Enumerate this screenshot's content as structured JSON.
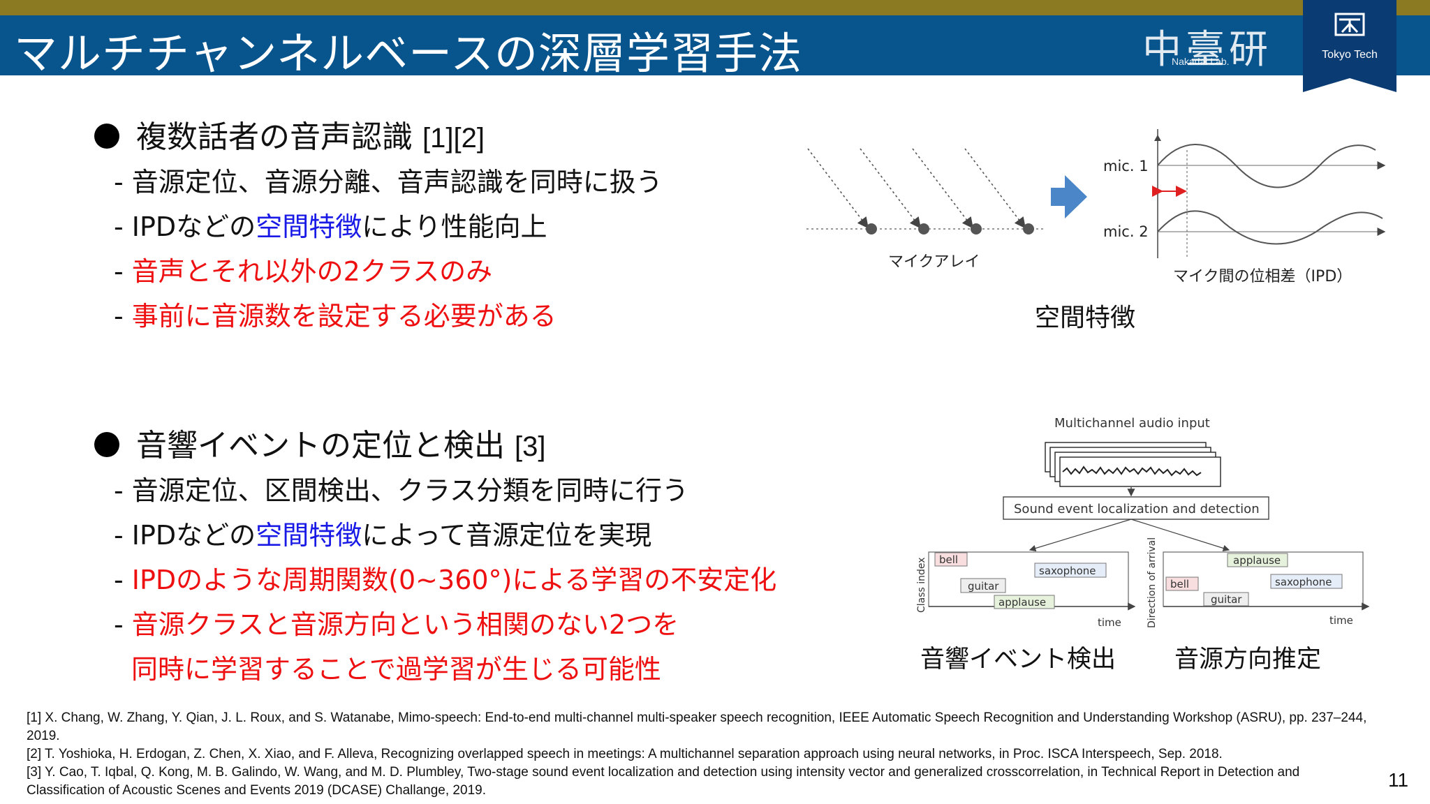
{
  "title": "マルチチャンネルベースの深層学習手法",
  "lab_logo": {
    "kanji": "中臺研",
    "sub": "Nakadai Lab."
  },
  "tokyo_tech": "Tokyo Tech",
  "section1": {
    "heading": "複数話者の音声認識",
    "ref": "[1][2]",
    "items": [
      {
        "prefix": "- ",
        "text": "音源定位、音源分離、音声認識を同時に扱う"
      },
      {
        "prefix": "- ",
        "pre": "IPDなどの",
        "highlight": "空間特徴",
        "post": "により性能向上"
      },
      {
        "prefix": "- ",
        "text": "音声とそれ以外の2クラスのみ"
      },
      {
        "prefix": "- ",
        "text": "事前に音源数を設定する必要がある"
      }
    ]
  },
  "section2": {
    "heading": "音響イベントの定位と検出",
    "ref": "[3]",
    "items": [
      {
        "prefix": "- ",
        "text": "音源定位、区間検出、クラス分類を同時に行う"
      },
      {
        "prefix": "- ",
        "pre": "IPDなどの",
        "highlight": "空間特徴",
        "post": "によって音源定位を実現"
      },
      {
        "prefix": "- ",
        "text": "IPDのような周期関数(0~360°)による学習の不安定化"
      },
      {
        "prefix": "- ",
        "text": "音源クラスと音源方向という相関のない2つを"
      },
      {
        "prefix": "",
        "text": "同時に学習することで過学習が生じる可能性"
      }
    ]
  },
  "figure1": {
    "array_label": "マイクアレイ",
    "mic1": "mic. 1",
    "mic2": "mic. 2",
    "ipd_label": "マイク間の位相差（IPD）",
    "caption": "空間特徴"
  },
  "figure2": {
    "input_label": "Multichannel audio input",
    "box_label": "Sound event localization and detection",
    "left_ylabel": "Class index",
    "right_ylabel": "Direction of arrival",
    "xlabel": "time",
    "left_events": [
      "bell",
      "saxophone",
      "guitar",
      "applause"
    ],
    "right_events": [
      "applause",
      "bell",
      "saxophone",
      "guitar"
    ],
    "caption_left": "音響イベント検出",
    "caption_right": "音源方向推定"
  },
  "references": [
    "[1] X. Chang, W. Zhang, Y. Qian, J. L. Roux, and S. Watanabe, Mimo-speech: End-to-end multi-channel multi-speaker speech recognition, IEEE Automatic Speech Recognition and Understanding Workshop (ASRU), pp. 237–244, 2019.",
    "[2] T. Yoshioka, H. Erdogan, Z. Chen, X. Xiao, and F. Alleva, Recognizing overlapped speech in meetings: A multichannel separation approach using neural networks, in Proc. ISCA Interspeech, Sep. 2018.",
    "[3] Y. Cao, T. Iqbal, Q. Kong, M. B. Galindo, W. Wang, and M. D. Plumbley, Two-stage sound event localization and detection using intensity vector and generalized crosscorrelation, in Technical Report in Detection and Classification of Acoustic Scenes and Events 2019 (DCASE) Challange, 2019."
  ],
  "page_number": "11",
  "colors": {
    "header": "#08548d",
    "topbar": "#8c7a22",
    "red": "#ee1010",
    "blue": "#1a1ae6"
  }
}
